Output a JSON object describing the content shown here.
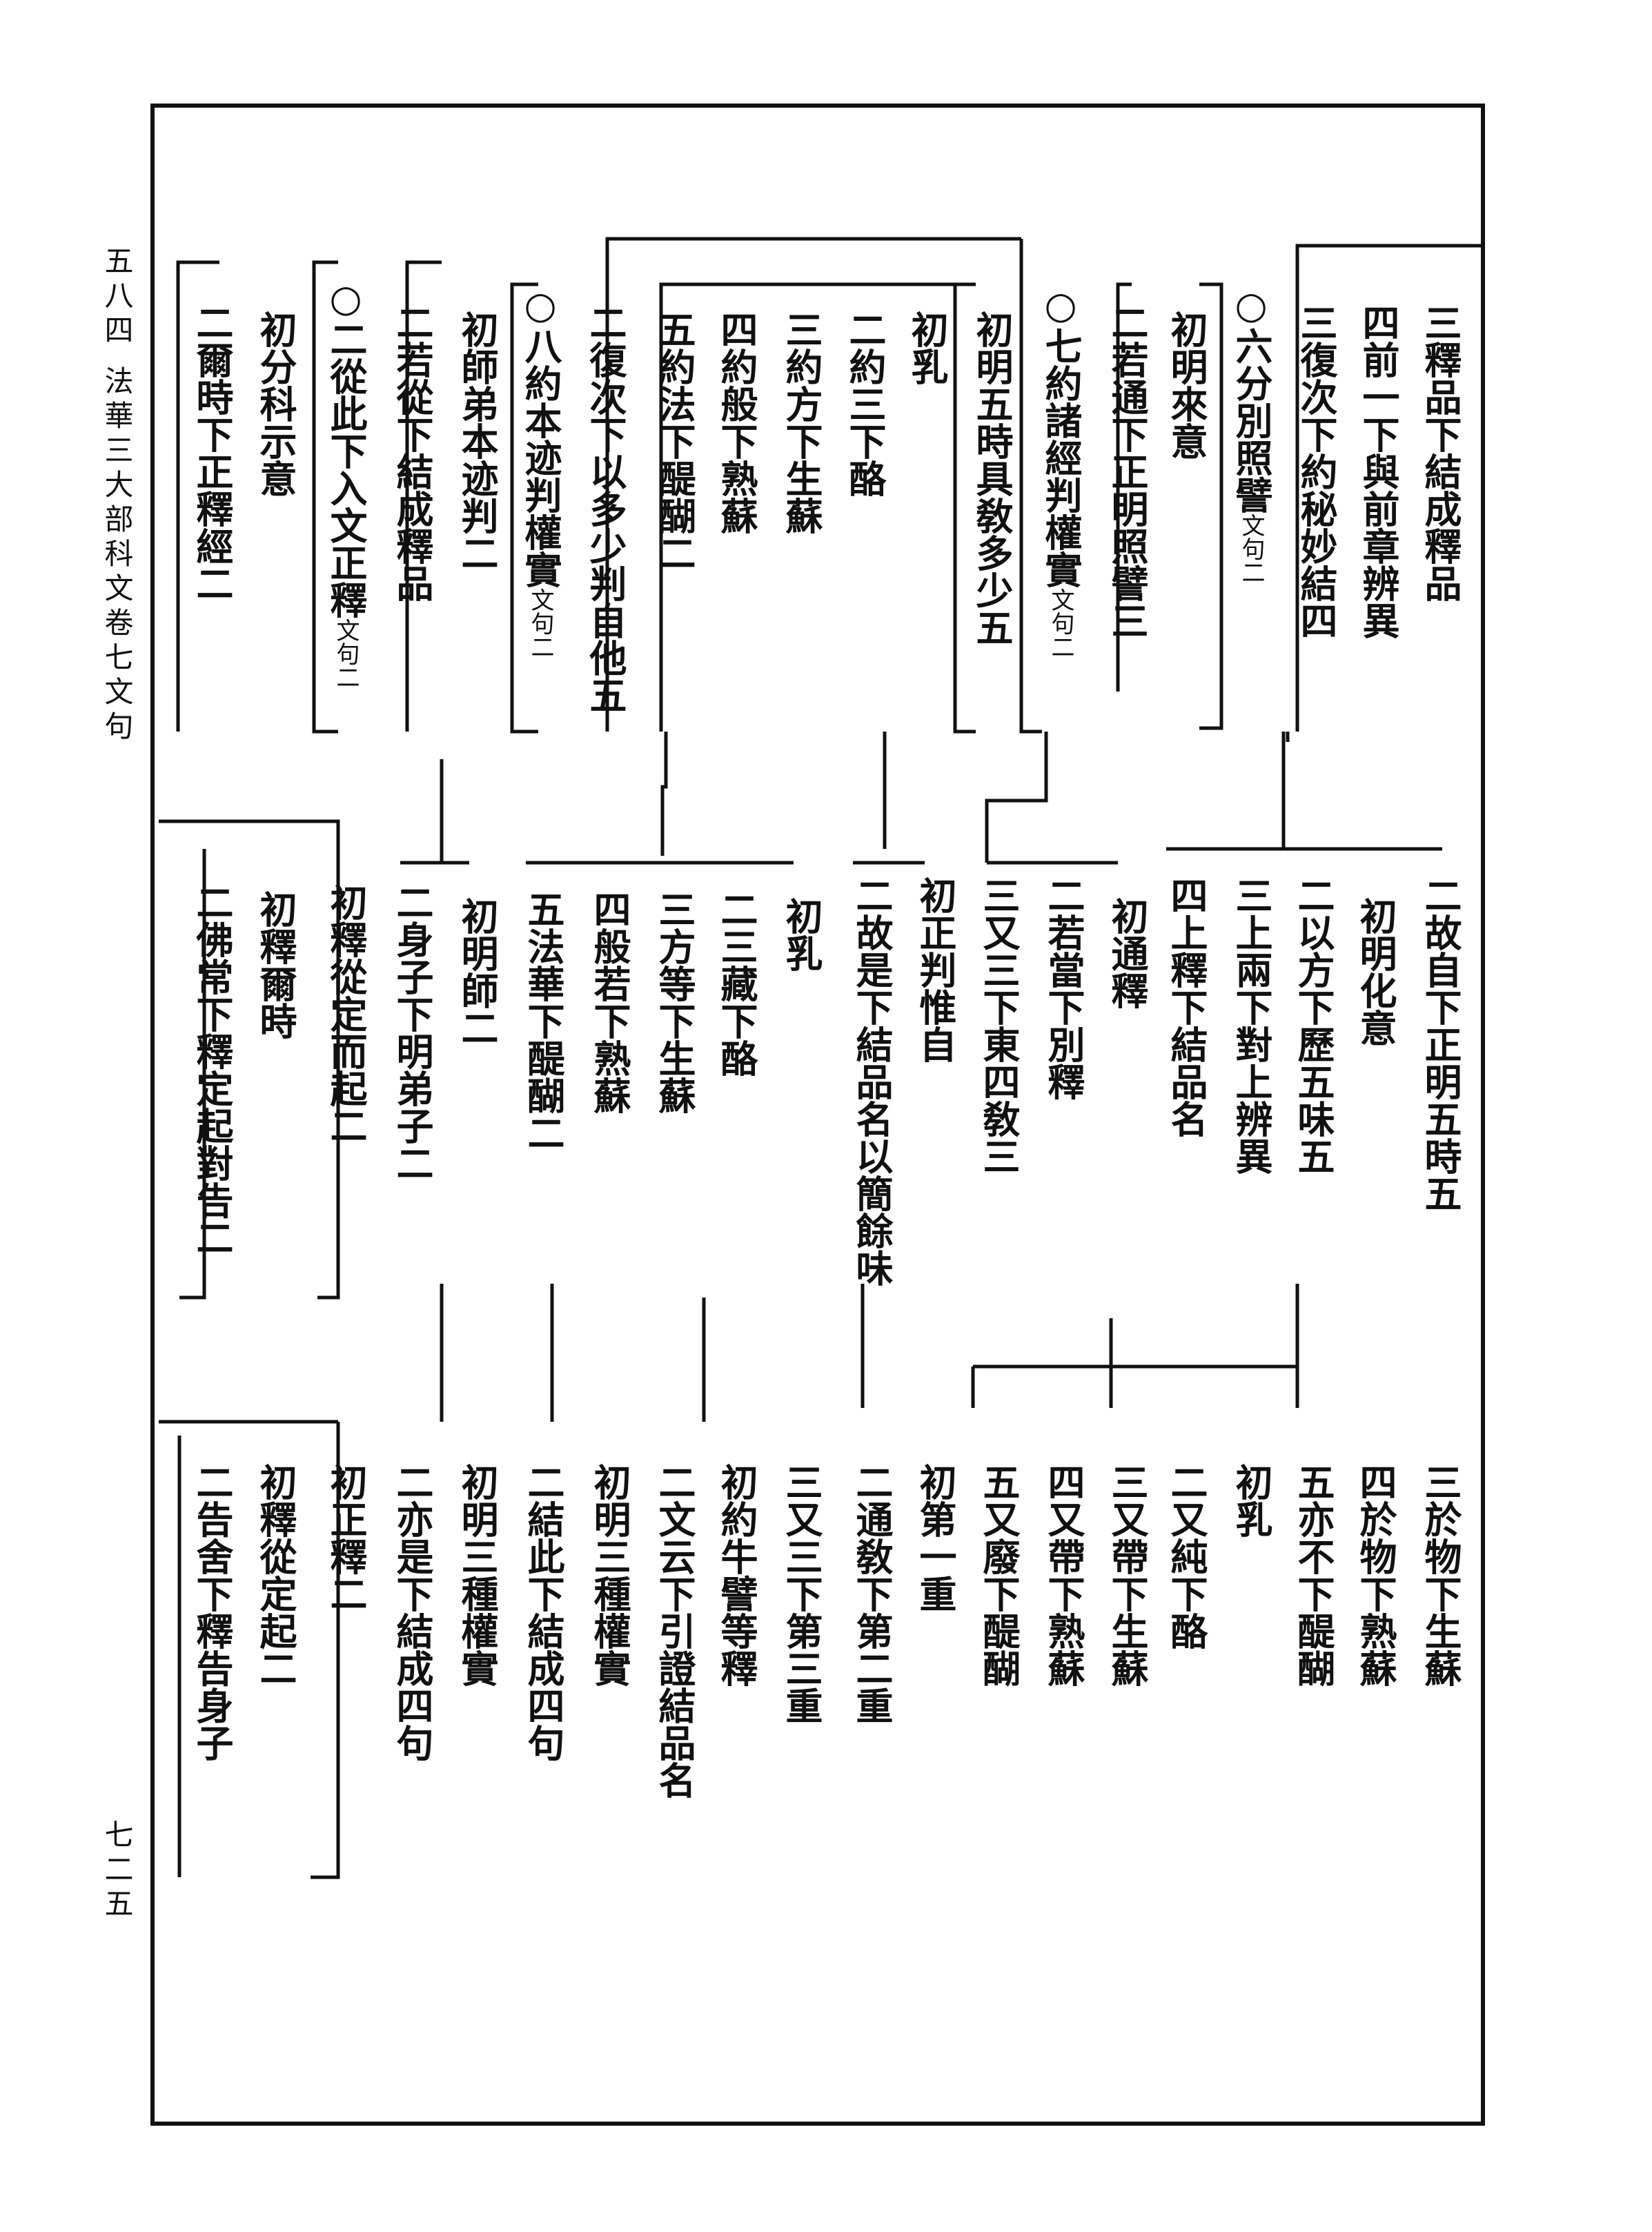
{
  "margin": {
    "page_no": "五八四",
    "title": "法華三大部科文卷七文句",
    "bottom_no": "七二五"
  },
  "cols": [
    {
      "text": "三釋品下結成釋品",
      "note": ""
    },
    {
      "text": "四前一下與前章辨異",
      "note": ""
    },
    {
      "text": "三復次下約秘妙結四",
      "note": ""
    },
    {
      "text": "○六分別照譬",
      "note": "文句二"
    },
    {
      "text": "初明來意",
      "note": ""
    },
    {
      "text": "二若通下正明照譬三",
      "note": ""
    },
    {
      "text": "○七約諸經判權實",
      "note": "文句二"
    },
    {
      "text": "初明五時具敎多少五",
      "note": ""
    },
    {
      "text": "初乳",
      "note": ""
    },
    {
      "text": "二約三下酪",
      "note": ""
    },
    {
      "text": "三約方下生蘇",
      "note": ""
    },
    {
      "text": "四約般下熟蘇",
      "note": ""
    },
    {
      "text": "五約法下醍醐二",
      "note": ""
    },
    {
      "text": "二復次下以多少判自他五",
      "note": ""
    },
    {
      "text": "○八約本迹判權實",
      "note": "文句二"
    },
    {
      "text": "初師弟本迹判二",
      "note": ""
    },
    {
      "text": "二若從下結成釋品",
      "note": ""
    },
    {
      "text": "○二從此下入文正釋",
      "note": "文句二"
    },
    {
      "text": "初分科示意",
      "note": ""
    },
    {
      "text": "二爾時下正釋經二",
      "note": ""
    },
    {
      "text": "二故自下正明五時五",
      "note": ""
    },
    {
      "text": "初明化意",
      "note": ""
    },
    {
      "text": "二以方下歷五味五",
      "note": ""
    },
    {
      "text": "三上兩下對上辨異",
      "note": ""
    },
    {
      "text": "四上釋下結品名",
      "note": ""
    },
    {
      "text": "初通釋",
      "note": ""
    },
    {
      "text": "二若當下別釋",
      "note": ""
    },
    {
      "text": "三又三下東四敎三",
      "note": ""
    },
    {
      "text": "初正判惟自",
      "note": ""
    },
    {
      "text": "二故是下結品名以簡餘味",
      "note": ""
    },
    {
      "text": "初乳",
      "note": ""
    },
    {
      "text": "二三藏下酪",
      "note": ""
    },
    {
      "text": "三方等下生蘇",
      "note": ""
    },
    {
      "text": "四般若下熟蘇",
      "note": ""
    },
    {
      "text": "五法華下醍醐二",
      "note": ""
    },
    {
      "text": "初明師二",
      "note": ""
    },
    {
      "text": "二身子下明弟子二",
      "note": ""
    },
    {
      "text": "初釋從定而起二",
      "note": ""
    },
    {
      "text": "初釋爾時",
      "note": ""
    },
    {
      "text": "二佛常下釋定起對告二",
      "note": ""
    },
    {
      "text": "三於物下生蘇",
      "note": ""
    },
    {
      "text": "四於物下熟蘇",
      "note": ""
    },
    {
      "text": "五亦不下醍醐",
      "note": ""
    },
    {
      "text": "初乳",
      "note": ""
    },
    {
      "text": "二又純下酪",
      "note": ""
    },
    {
      "text": "三又帶下生蘇",
      "note": ""
    },
    {
      "text": "四又帶下熟蘇",
      "note": ""
    },
    {
      "text": "五又廢下醍醐",
      "note": ""
    },
    {
      "text": "初第一重",
      "note": ""
    },
    {
      "text": "二通敎下第二重",
      "note": ""
    },
    {
      "text": "三又三下第三重",
      "note": ""
    },
    {
      "text": "初約牛譬等釋",
      "note": ""
    },
    {
      "text": "二文云下引證結品名",
      "note": ""
    },
    {
      "text": "初明三種權實",
      "note": ""
    },
    {
      "text": "二結此下結成四句",
      "note": ""
    },
    {
      "text": "初明三種權實",
      "note": ""
    },
    {
      "text": "二亦是下結成四句",
      "note": ""
    },
    {
      "text": "初正釋二",
      "note": ""
    },
    {
      "text": "初釋從定起二",
      "note": ""
    },
    {
      "text": "二告舍下釋告身子",
      "note": ""
    }
  ]
}
